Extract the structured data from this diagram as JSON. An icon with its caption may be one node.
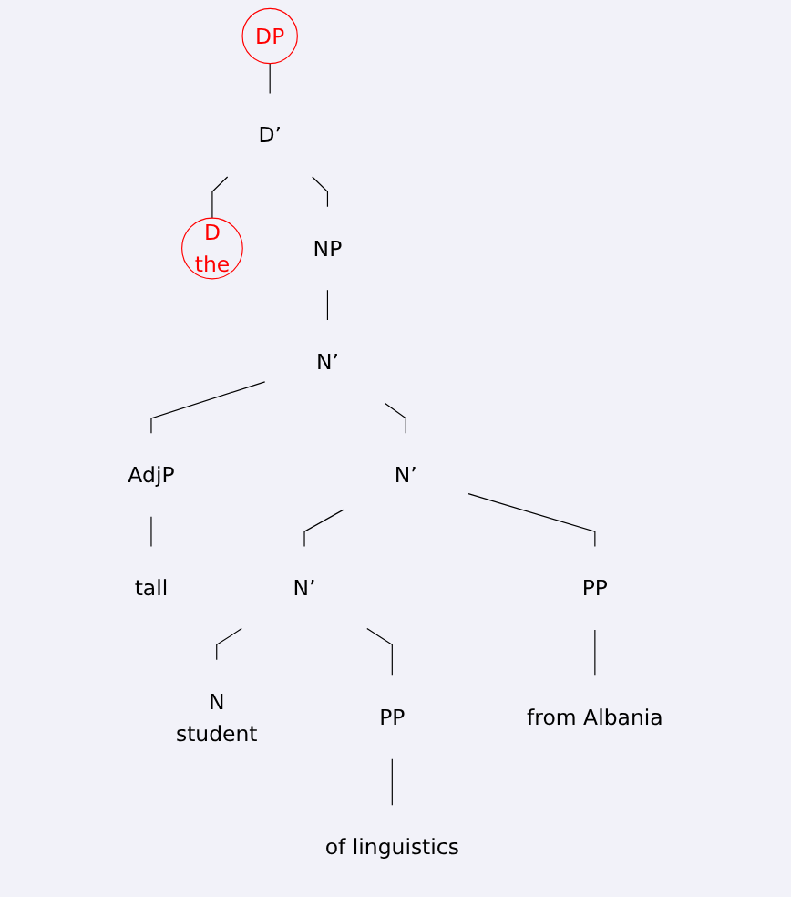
{
  "diagram": {
    "nodes": [
      {
        "text": [
          "DP"
        ]
      },
      {
        "text": [
          "D’"
        ]
      },
      {
        "text": [
          "D",
          "the"
        ]
      },
      {
        "text": [
          "NP"
        ]
      },
      {
        "text": [
          "N’"
        ]
      },
      {
        "text": [
          "AdjP"
        ]
      },
      {
        "text": [
          "tall"
        ]
      },
      {
        "text": [
          "N’"
        ]
      },
      {
        "text": [
          "N’"
        ]
      },
      {
        "text": [
          "PP"
        ]
      },
      {
        "text": [
          "N",
          "student"
        ]
      },
      {
        "text": [
          "PP"
        ]
      },
      {
        "text": [
          "of linguistics"
        ]
      },
      {
        "text": [
          "from Albania"
        ]
      }
    ],
    "edges": [
      {
        "from": 0,
        "to": 1,
        "arrow": "none"
      },
      {
        "from": 1,
        "to": 2,
        "arrow": "none"
      },
      {
        "from": 1,
        "to": 3,
        "arrow": "none"
      },
      {
        "from": 3,
        "to": 4,
        "arrow": "none"
      },
      {
        "from": 4,
        "to": 5,
        "arrow": "none"
      },
      {
        "from": 4,
        "to": 7,
        "arrow": "none"
      },
      {
        "from": 5,
        "to": 6,
        "arrow": "none"
      },
      {
        "from": 7,
        "to": 8,
        "arrow": "none"
      },
      {
        "from": 7,
        "to": 9,
        "arrow": "none"
      },
      {
        "from": 8,
        "to": 10,
        "arrow": "none"
      },
      {
        "from": 8,
        "to": 11,
        "arrow": "none"
      },
      {
        "from": 9,
        "to": 13,
        "arrow": "none"
      },
      {
        "from": 11,
        "to": 12,
        "arrow": "none"
      }
    ]
  }
}
